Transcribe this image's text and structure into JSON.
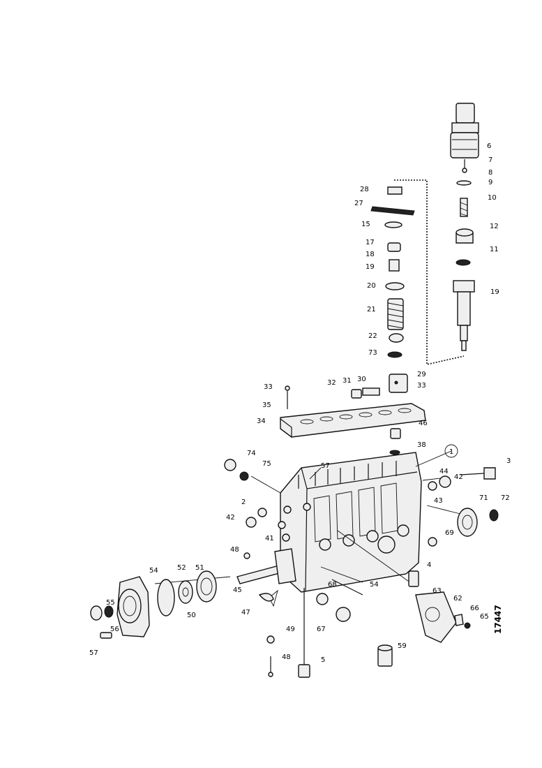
{
  "drawing_number": "17447",
  "callouts": {
    "c6": "6",
    "c7": "7",
    "c8": "8",
    "c9": "9",
    "c10": "10",
    "c12": "12",
    "c11": "11",
    "c19": "19",
    "c28": "28",
    "c27": "27",
    "c15": "15",
    "c17": "17",
    "c18": "18",
    "c19b": "19",
    "c20": "20",
    "c21": "21",
    "c22": "22",
    "c73": "73",
    "c29": "29",
    "c33a": "33",
    "c32": "32",
    "c31": "31",
    "c30": "30",
    "c33b": "33",
    "c35": "35",
    "c34": "34",
    "c46": "46",
    "c38": "38",
    "c1": "1",
    "c74": "74",
    "c75": "75",
    "c57": "57",
    "c3": "3",
    "c44": "44",
    "c42a": "42",
    "c43": "43",
    "c71": "71",
    "c72": "72",
    "c2": "2",
    "c42b": "42",
    "c41": "41",
    "c69": "69",
    "c48a": "48",
    "c4": "4",
    "c54a": "54",
    "c52": "52",
    "c51": "51",
    "c45": "45",
    "c68": "68",
    "c54b": "54",
    "c63": "63",
    "c62": "62",
    "c55a": "55",
    "c56": "56",
    "c50": "50",
    "c47": "47",
    "c67": "67",
    "c66": "66",
    "c65": "65",
    "c57b": "57",
    "c49": "49",
    "c48b": "48",
    "c5": "5",
    "c59": "59"
  }
}
